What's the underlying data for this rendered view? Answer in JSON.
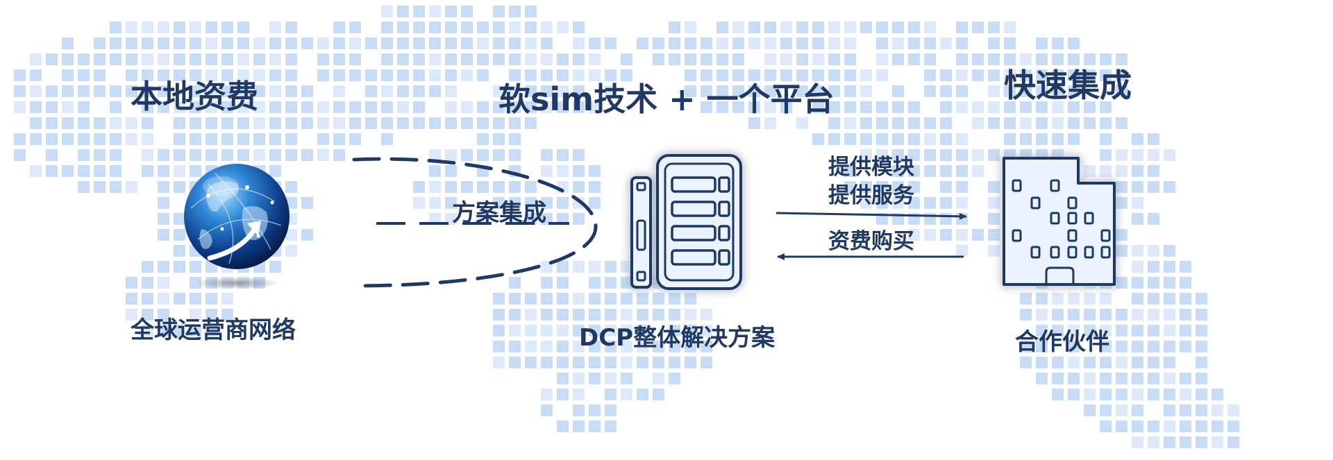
{
  "headings": {
    "local_tariff": "本地资费",
    "soft_sim_platform": "软sim技术 + 一个平台",
    "fast_integration": "快速集成"
  },
  "captions": {
    "global_operators": "全球运营商网络",
    "dcp_solution": "DCP整体解决方案",
    "partner": "合作伙伴"
  },
  "labels": {
    "solution_integration": "方案集成",
    "provide_module": "提供模块",
    "provide_service": "提供服务",
    "tariff_purchase": "资费购买"
  },
  "icons": {
    "globe": "globe-icon",
    "device": "sim-device-icon",
    "building": "building-icon"
  },
  "colors": {
    "text": "#1f3864",
    "line": "#1f3864",
    "map_dots": "#c8dcf6",
    "glow": "#7fb2ee"
  }
}
